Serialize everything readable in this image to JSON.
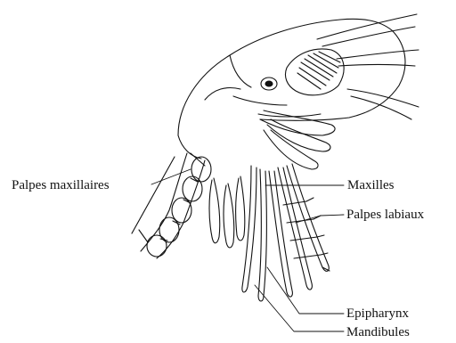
{
  "labels": {
    "palpes_maxillaires": "Palpes maxillaires",
    "maxilles": "Maxilles",
    "palpes_labiaux": "Palpes labiaux",
    "epipharynx": "Epipharynx",
    "mandibules": "Mandibules"
  },
  "colors": {
    "ink": "#111111",
    "paper": "#ffffff"
  }
}
